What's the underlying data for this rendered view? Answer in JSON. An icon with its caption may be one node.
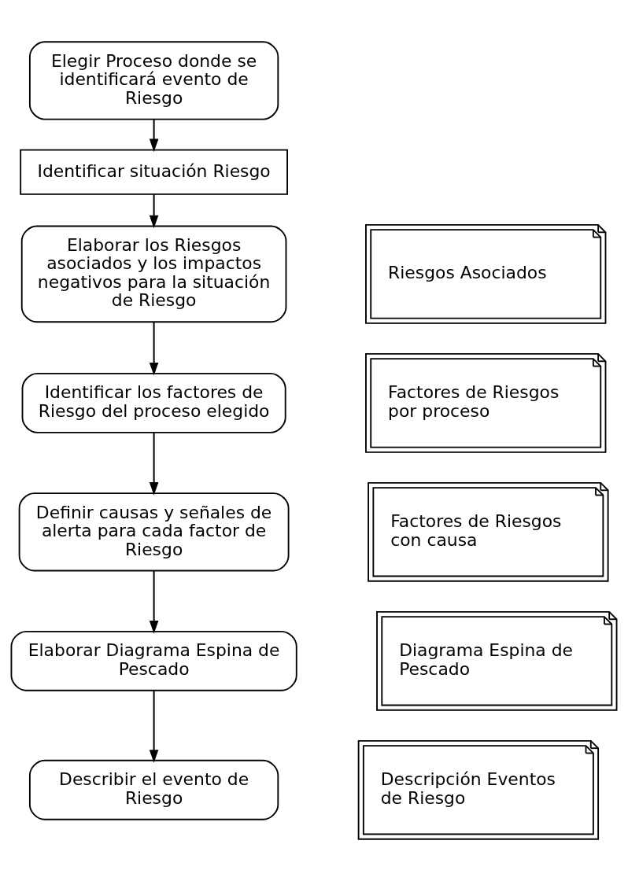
{
  "diagram": {
    "nodes": [
      {
        "text": [
          "Elegir Proceso donde se identificará evento de Riesgo"
        ]
      },
      {
        "text": [
          "Identificar situación Riesgo"
        ]
      },
      {
        "text": [
          "Elaborar los Riesgos asociados y los impactos negativos para la situación de Riesgo"
        ]
      },
      {
        "text": [
          "Identificar los factores de Riesgo del proceso elegido"
        ]
      },
      {
        "text": [
          "Definir causas y señales de alerta para cada factor de Riesgo"
        ]
      },
      {
        "text": [
          "Elaborar Diagrama Espina de Pescado"
        ]
      },
      {
        "text": [
          "Describir el evento de Riesgo"
        ]
      },
      {
        "text": [
          "Riesgos Asociados"
        ]
      },
      {
        "text": [
          "Factores de Riesgos por proceso"
        ]
      },
      {
        "text": [
          "Factores de Riesgos con causa"
        ]
      },
      {
        "text": [
          "Diagrama Espina de Pescado"
        ]
      },
      {
        "text": [
          "Descripción Eventos de Riesgo"
        ]
      }
    ],
    "edges": [
      {
        "from": 0,
        "to": 1,
        "arrow": "to"
      },
      {
        "from": 1,
        "to": 2,
        "arrow": "to"
      },
      {
        "from": 2,
        "to": 3,
        "arrow": "to"
      },
      {
        "from": 3,
        "to": 4,
        "arrow": "to"
      },
      {
        "from": 4,
        "to": 5,
        "arrow": "to"
      },
      {
        "from": 5,
        "to": 6,
        "arrow": "to"
      }
    ]
  }
}
